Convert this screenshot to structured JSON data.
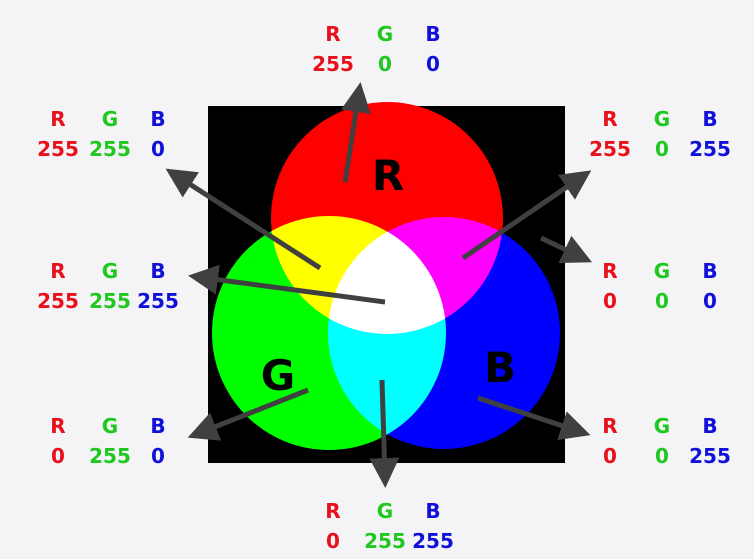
{
  "channel_labels": {
    "r": "R",
    "g": "G",
    "b": "B"
  },
  "circle_labels": {
    "red": "R",
    "green": "G",
    "blue": "B"
  },
  "colors": {
    "red": "#ff0000",
    "green": "#00ff00",
    "blue": "#0000ff",
    "background": "#000000",
    "arrow": "#404040"
  },
  "groups": [
    {
      "id": "red",
      "r": "255",
      "g": "0",
      "b": "0"
    },
    {
      "id": "yellow",
      "r": "255",
      "g": "255",
      "b": "0"
    },
    {
      "id": "white",
      "r": "255",
      "g": "255",
      "b": "255"
    },
    {
      "id": "green",
      "r": "0",
      "g": "255",
      "b": "0"
    },
    {
      "id": "magenta",
      "r": "255",
      "g": "0",
      "b": "255"
    },
    {
      "id": "black",
      "r": "0",
      "g": "0",
      "b": "0"
    },
    {
      "id": "blue",
      "r": "0",
      "g": "0",
      "b": "255"
    },
    {
      "id": "cyan",
      "r": "0",
      "g": "255",
      "b": "255"
    }
  ]
}
